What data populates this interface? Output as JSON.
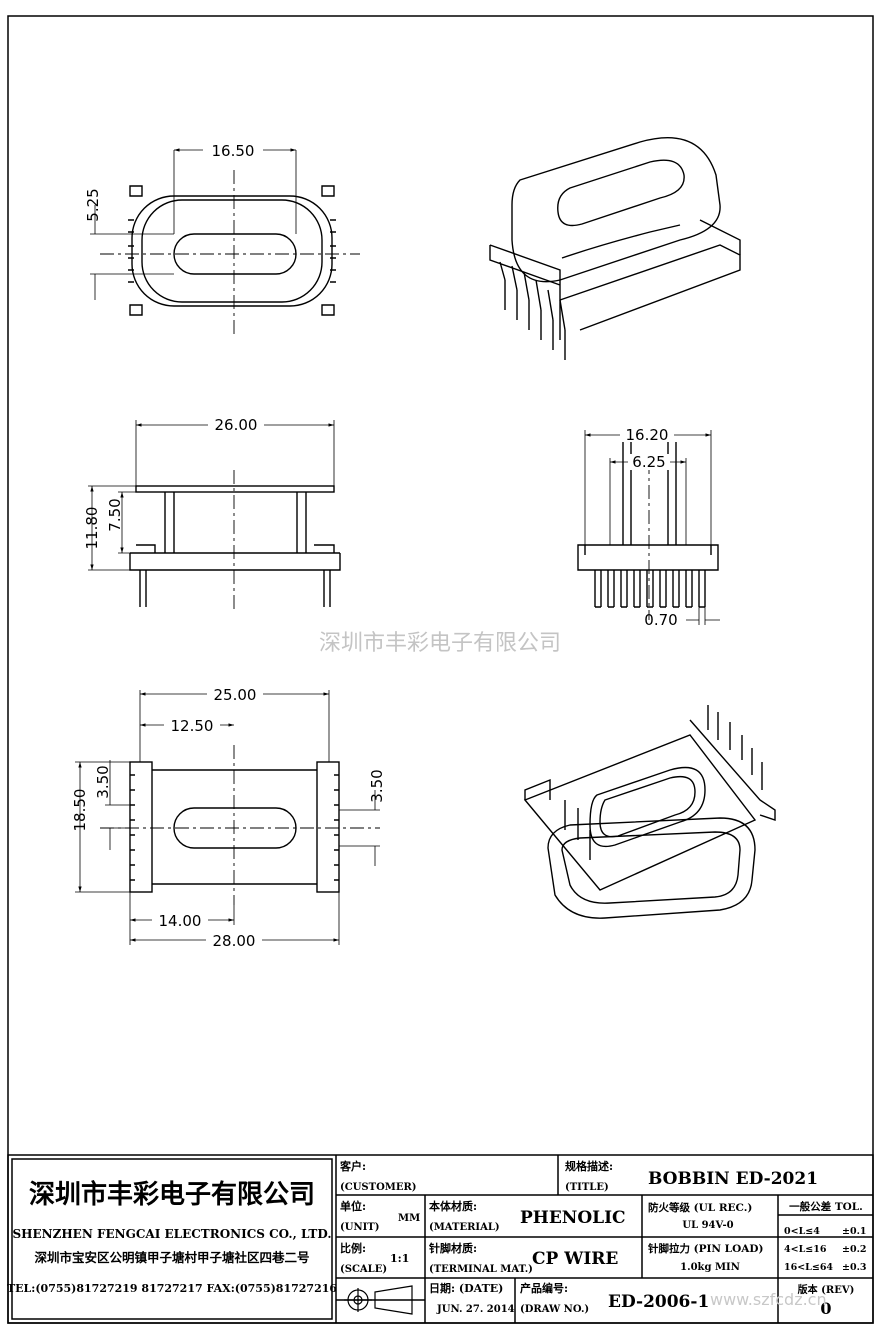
{
  "watermark": "深圳市丰彩电子有限公司",
  "watermark_url": "www.szfcdz.cn",
  "views": {
    "top": {
      "dims": [
        "16.50",
        "5.25"
      ]
    },
    "iso_top": {},
    "front": {
      "dims": [
        "26.00",
        "11.80",
        "7.50"
      ]
    },
    "side": {
      "dims": [
        "16.20",
        "6.25",
        "0.70"
      ]
    },
    "bottom": {
      "dims": [
        "25.00",
        "12.50",
        "18.50",
        "3.50",
        "3.50",
        "14.00",
        "28.00"
      ]
    },
    "iso_bottom": {}
  },
  "title_block": {
    "company_cn": "深圳市丰彩电子有限公司",
    "company_en": "SHENZHEN FENGCAI ELECTRONICS CO., LTD.",
    "address": "深圳市宝安区公明镇甲子塘村甲子塘社区四巷二号",
    "contact": "TEL:(0755)81727219  81727217   FAX:(0755)81727216",
    "customer_cn": "客户:",
    "customer_en": "(CUSTOMER)",
    "title_cn": "规格描述:",
    "title_en": "(TITLE)",
    "title_value": "BOBBIN ED-2021",
    "unit_cn": "单位:",
    "unit_en": "(UNIT)",
    "unit_value": "MM",
    "material_cn": "本体材质:",
    "material_en": "(MATERIAL)",
    "material_value": "PHENOLIC",
    "flame_cn": "防火等级 (UL REC.)",
    "flame_value": "UL 94V-0",
    "tol_title": "一般公差 TOL.",
    "tol_rows": [
      {
        "range": "0<L≤4",
        "tol": "±0.1"
      },
      {
        "range": "4<L≤16",
        "tol": "±0.2"
      },
      {
        "range": "16<L≤64",
        "tol": "±0.3"
      }
    ],
    "scale_cn": "比例:",
    "scale_en": "(SCALE)",
    "scale_value": "1:1",
    "terminal_cn": "针脚材质:",
    "terminal_en": "(TERMINAL MAT.)",
    "terminal_value": "CP WIRE",
    "pinload_cn": "针脚拉力 (PIN LOAD)",
    "pinload_value": "1.0kg MIN",
    "date_cn": "日期: (DATE)",
    "date_value": "JUN. 27. 2014",
    "drawno_cn": "产品编号:",
    "drawno_en": "(DRAW NO.)",
    "drawno_value": "ED-2006-1",
    "rev_label": "版本 (REV)",
    "rev_value": "0"
  }
}
